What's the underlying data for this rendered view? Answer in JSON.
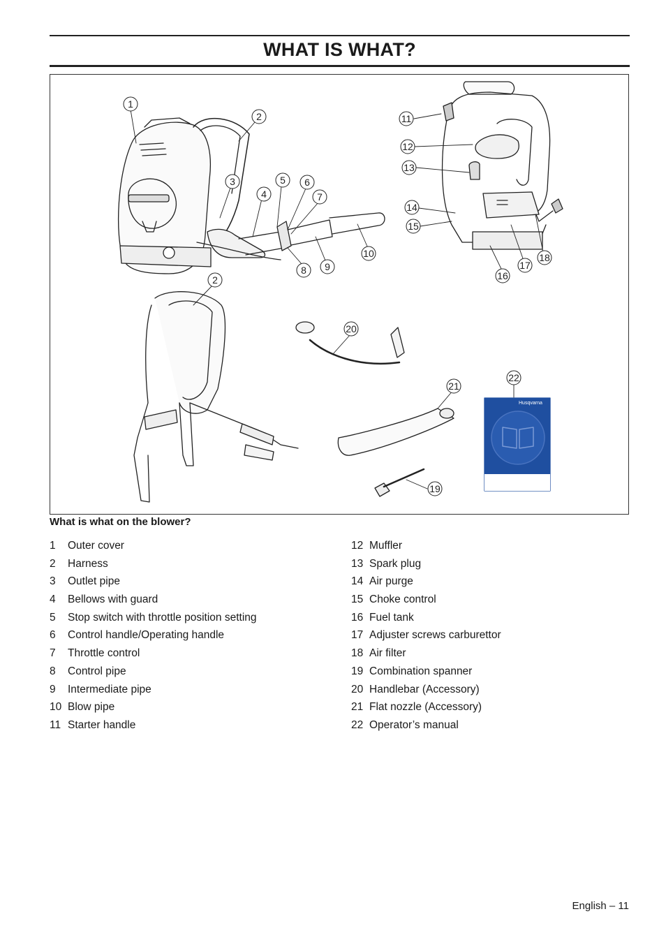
{
  "header": {
    "title": "WHAT IS WHAT?"
  },
  "figure": {
    "callouts": [
      "1",
      "2",
      "3",
      "4",
      "5",
      "6",
      "7",
      "8",
      "9",
      "10",
      "11",
      "12",
      "13",
      "14",
      "15",
      "16",
      "17",
      "18",
      "2",
      "20",
      "21",
      "22",
      "19"
    ],
    "brand_logo_text": "Husqvarna",
    "manual_cover_color": "#1f4fa0"
  },
  "caption": "What is what on the blower?",
  "parts_left": [
    {
      "num": "1",
      "label": "Outer cover"
    },
    {
      "num": "2",
      "label": "Harness"
    },
    {
      "num": "3",
      "label": "Outlet pipe"
    },
    {
      "num": "4",
      "label": "Bellows with guard"
    },
    {
      "num": "5",
      "label": "Stop switch with throttle position setting"
    },
    {
      "num": "6",
      "label": "Control handle/Operating handle"
    },
    {
      "num": "7",
      "label": "Throttle control"
    },
    {
      "num": "8",
      "label": "Control pipe"
    },
    {
      "num": "9",
      "label": "Intermediate pipe"
    },
    {
      "num": "10",
      "label": "Blow pipe"
    },
    {
      "num": "11",
      "label": "Starter handle"
    }
  ],
  "parts_right": [
    {
      "num": "12",
      "label": "Muffler"
    },
    {
      "num": "13",
      "label": "Spark plug"
    },
    {
      "num": "14",
      "label": "Air purge"
    },
    {
      "num": "15",
      "label": "Choke control"
    },
    {
      "num": "16",
      "label": "Fuel tank"
    },
    {
      "num": "17",
      "label": "Adjuster screws carburettor"
    },
    {
      "num": "18",
      "label": "Air filter"
    },
    {
      "num": "19",
      "label": "Combination spanner"
    },
    {
      "num": "20",
      "label": "Handlebar (Accessory)"
    },
    {
      "num": "21",
      "label": "Flat nozzle (Accessory)"
    },
    {
      "num": "22",
      "label": "Operator’s manual"
    }
  ],
  "footer": {
    "page_label": "English – 11"
  }
}
